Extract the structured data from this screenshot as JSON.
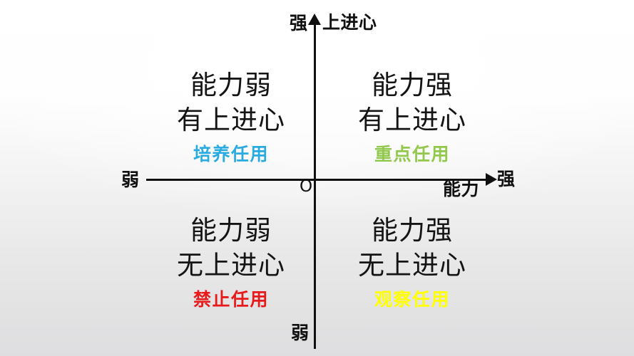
{
  "diagram": {
    "axes": {
      "y_axis_name": "上进心",
      "y_top_label": "强",
      "y_bottom_label": "弱",
      "x_axis_name": "能力",
      "x_right_label": "强",
      "x_left_label": "弱",
      "origin_label": "O"
    },
    "quadrants": [
      {
        "position": "top-left",
        "line1": "能力弱",
        "line2": "有上进心",
        "tag": "培养任用",
        "tag_color": "#29abe2"
      },
      {
        "position": "top-right",
        "line1": "能力强",
        "line2": "有上进心",
        "tag": "重点任用",
        "tag_color": "#92c94d"
      },
      {
        "position": "bottom-left",
        "line1": "能力弱",
        "line2": "无上进心",
        "tag": "禁止任用",
        "tag_color": "#e8191a"
      },
      {
        "position": "bottom-right",
        "line1": "能力强",
        "line2": "无上进心",
        "tag": "观察任用",
        "tag_color": "#ffff00"
      }
    ]
  },
  "chart_data": {
    "type": "scatter",
    "title": "",
    "xlabel": "能力",
    "ylabel": "上进心",
    "x_ticks": [
      "弱",
      "强"
    ],
    "y_ticks": [
      "弱",
      "强"
    ],
    "grid": false,
    "legend": "none",
    "annotations": [
      {
        "quadrant": "Q2",
        "text": "能力弱 有上进心 培养任用"
      },
      {
        "quadrant": "Q1",
        "text": "能力强 有上进心 重点任用"
      },
      {
        "quadrant": "Q3",
        "text": "能力弱 无上进心 禁止任用"
      },
      {
        "quadrant": "Q4",
        "text": "能力强 无上进心 观察任用"
      }
    ]
  }
}
